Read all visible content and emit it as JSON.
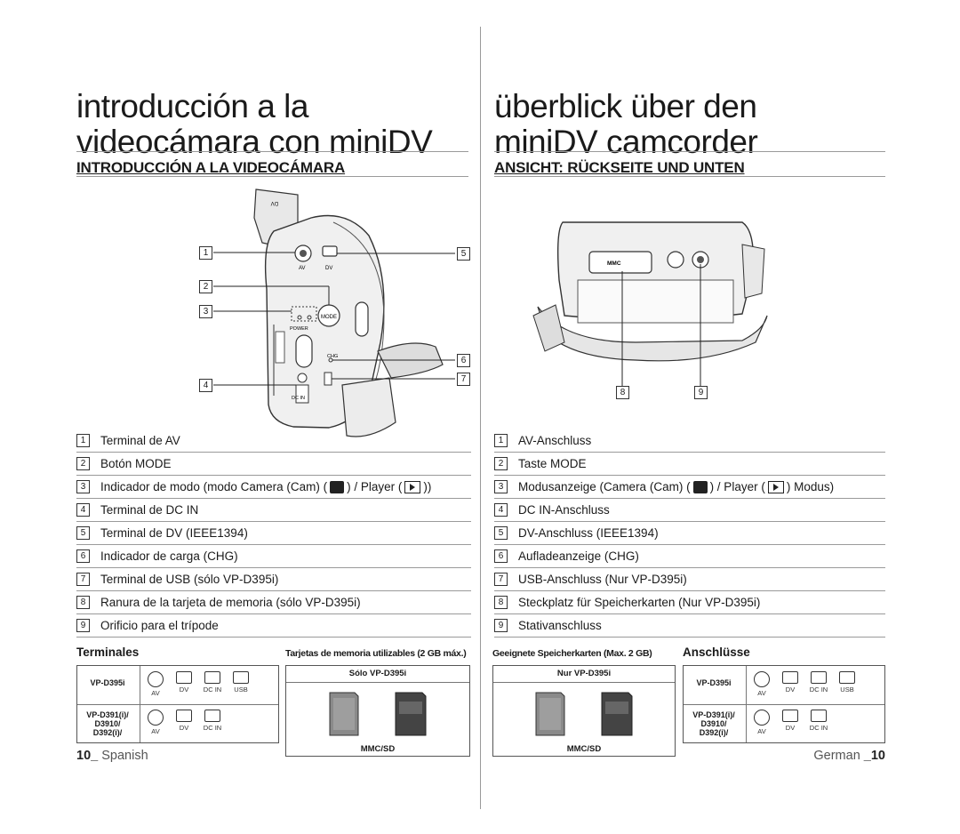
{
  "left": {
    "title_line1": "introducción a la",
    "title_line2": "videocámara con miniDV",
    "section_heading": "INTRODUCCIÓN A LA VIDEOCÁMARA",
    "items": [
      {
        "num": "1",
        "text": "Terminal de AV"
      },
      {
        "num": "2",
        "text": "Botón MODE"
      },
      {
        "num": "3",
        "text_before": "Indicador de modo (modo Camera (Cam) (",
        "text_mid": ") / Player (",
        "text_after": "))"
      },
      {
        "num": "4",
        "text": "Terminal de DC IN"
      },
      {
        "num": "5",
        "text": "Terminal de DV (IEEE1394)"
      },
      {
        "num": "6",
        "text": "Indicador de carga (CHG)"
      },
      {
        "num": "7",
        "text": "Terminal de USB (sólo VP-D395i)"
      },
      {
        "num": "8",
        "text": "Ranura de la tarjeta de memoria (sólo VP-D395i)"
      },
      {
        "num": "9",
        "text": "Orificio para el trípode"
      }
    ],
    "terminals_heading": "Terminales",
    "cards_heading": "Tarjetas de memoria utilizables (2 GB máx.)",
    "cards_only_label": "Sólo VP-D395i",
    "cards_type": "MMC/SD",
    "footer_page": "10_",
    "footer_lang": "Spanish"
  },
  "right": {
    "title_line1": "überblick über den",
    "title_line2": "miniDV camcorder",
    "section_heading": "ANSICHT: RÜCKSEITE UND UNTEN",
    "items": [
      {
        "num": "1",
        "text": "AV-Anschluss"
      },
      {
        "num": "2",
        "text": "Taste MODE"
      },
      {
        "num": "3",
        "text_before": "Modusanzeige (Camera (Cam) (",
        "text_mid": ") / Player (",
        "text_after": ") Modus)"
      },
      {
        "num": "4",
        "text": "DC IN-Anschluss"
      },
      {
        "num": "5",
        "text": "DV-Anschluss (IEEE1394)"
      },
      {
        "num": "6",
        "text": "Aufladeanzeige (CHG)"
      },
      {
        "num": "7",
        "text": "USB-Anschluss (Nur VP-D395i)"
      },
      {
        "num": "8",
        "text": "Steckplatz für Speicherkarten (Nur VP-D395i)"
      },
      {
        "num": "9",
        "text": "Stativanschluss"
      }
    ],
    "cards_heading": "Geeignete Speicherkarten (Max. 2 GB)",
    "terminals_heading": "Anschlüsse",
    "cards_only_label": "Nur VP-D395i",
    "cards_type": "MMC/SD",
    "footer_lang": "German",
    "footer_page": "_10"
  },
  "terminals": {
    "row1_model": "VP-D395i",
    "row1_ports": [
      "AV",
      "DV",
      "DC IN",
      "USB"
    ],
    "row2_model_lines": [
      "VP-D391(i)/",
      "D3910/",
      "D392(i)/"
    ],
    "row2_ports": [
      "AV",
      "DV",
      "DC IN"
    ]
  },
  "callouts": {
    "c1": "1",
    "c2": "2",
    "c3": "3",
    "c4": "4",
    "c5": "5",
    "c6": "6",
    "c7": "7",
    "c8": "8",
    "c9": "9"
  },
  "camera_labels": {
    "mode": "MODE",
    "power": "POWER",
    "av": "AV",
    "dv": "DV",
    "chg": "CHG",
    "dcin": "DC IN",
    "slot": "MMC"
  },
  "icons": {
    "camera_mode": "camera-icon",
    "player_mode": "play-icon"
  }
}
